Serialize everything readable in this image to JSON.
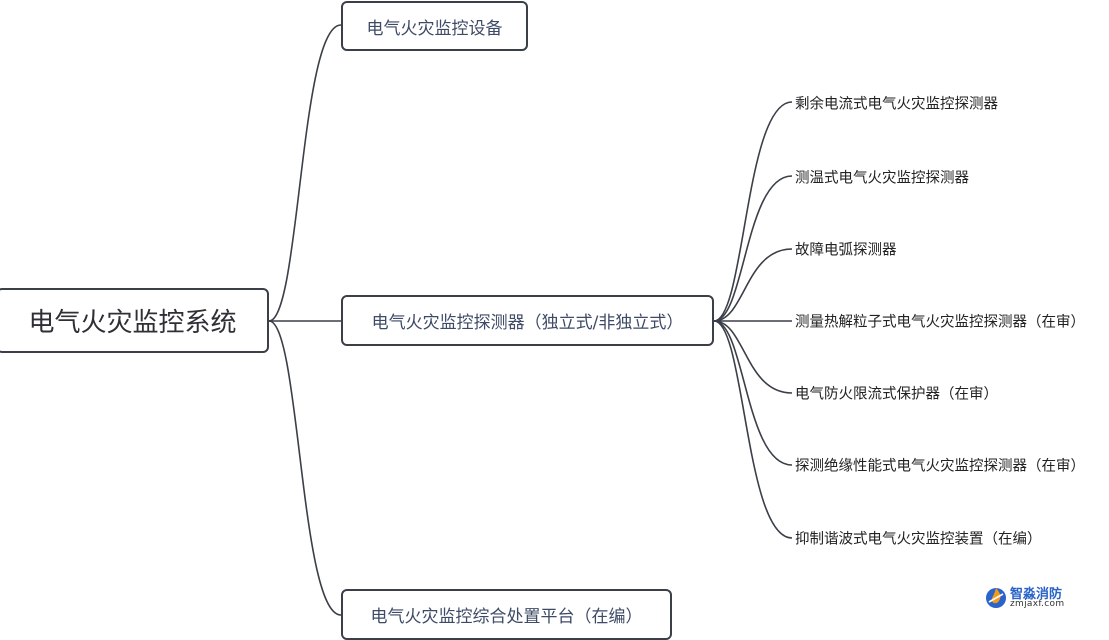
{
  "mindmap": {
    "root": "电气火灾监控系统",
    "branches": [
      "电气火灾监控设备",
      "电气火灾监控探测器（独立式/非独立式）",
      "电气火灾监控综合处置平台（在编）"
    ],
    "detector_children": [
      "剩余电流式电气火灾监控探测器",
      "测温式电气火灾监控探测器",
      "故障电弧探测器",
      "测量热解粒子式电气火灾监控探测器（在审）",
      "电气防火限流式保护器（在审）",
      "探测绝缘性能式电气火灾监控探测器（在审）",
      "抑制谐波式电气火灾监控装置（在编）"
    ]
  },
  "watermark": {
    "name": "智淼消防",
    "url": "zmjaxf.com"
  },
  "colors": {
    "line": "#3a3f48",
    "branch_text": "#3e4a66",
    "watermark_blue": "#2a63c9",
    "watermark_orange": "#f29a1b"
  }
}
